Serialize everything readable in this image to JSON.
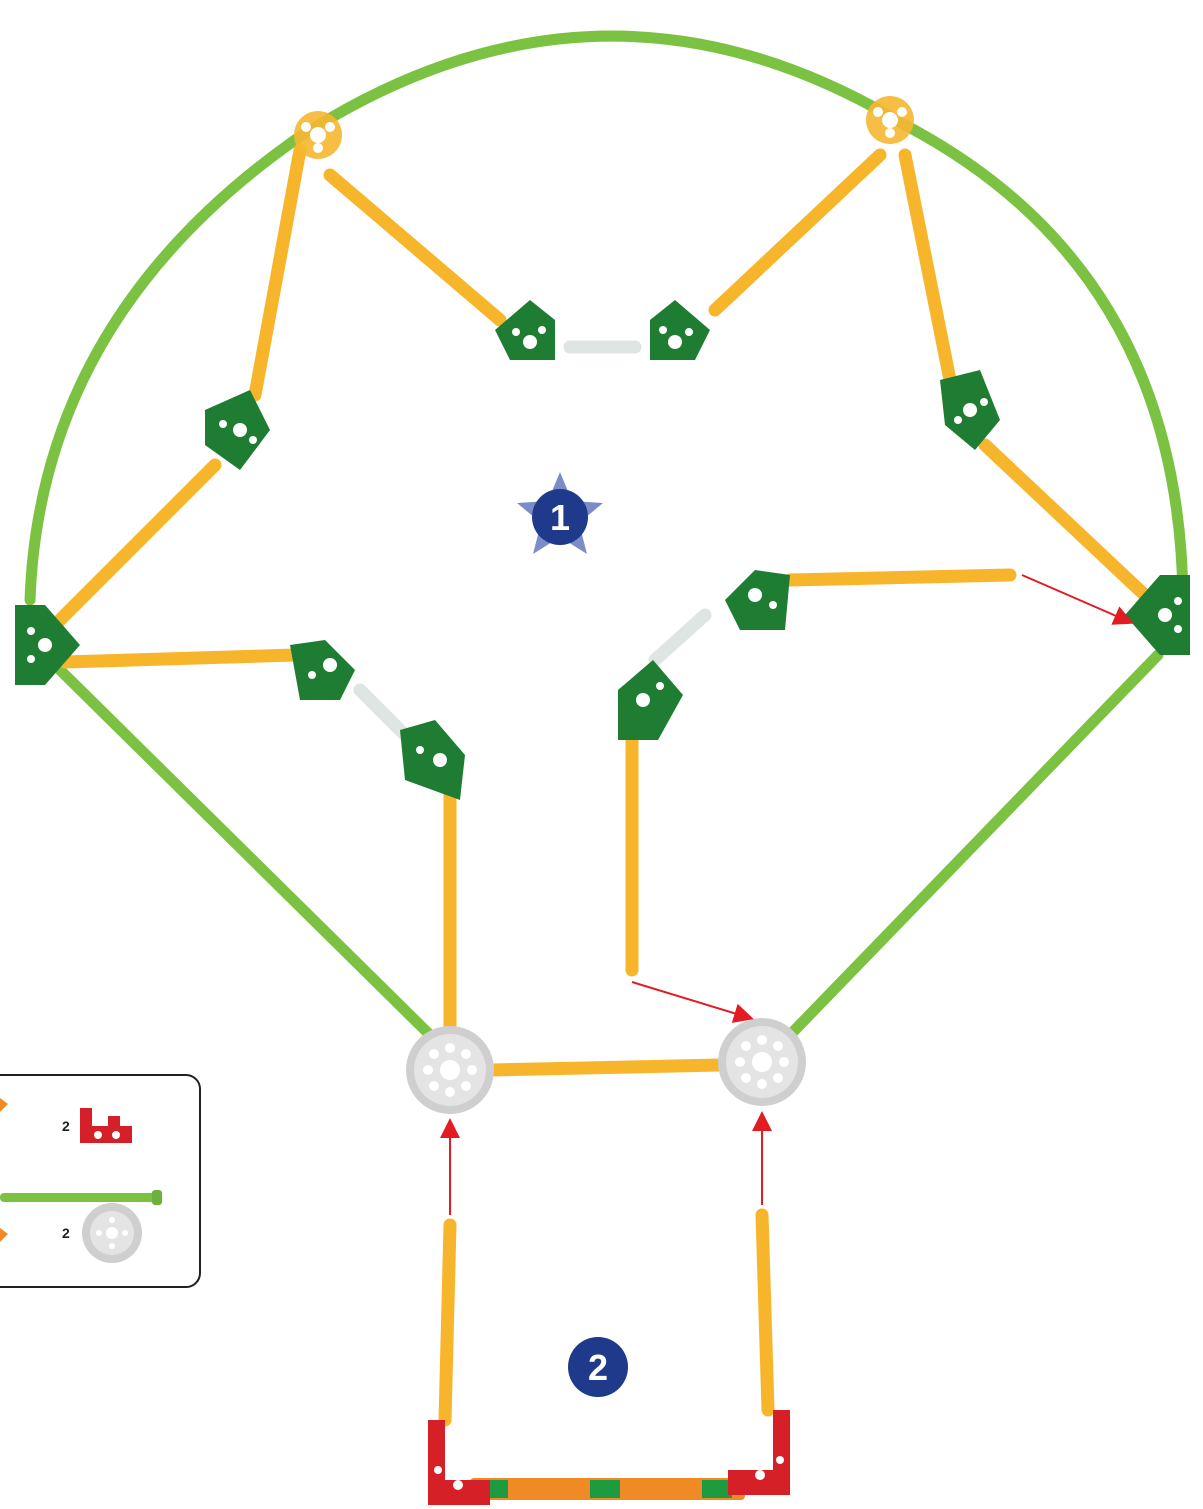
{
  "steps": [
    {
      "label": "1"
    },
    {
      "label": "2"
    }
  ],
  "legend": {
    "items": [
      {
        "count": "2",
        "part": "red-connector-icon"
      },
      {
        "count": "",
        "part": "green-rod-icon"
      },
      {
        "count": "2",
        "part": "white-connector-icon"
      }
    ]
  },
  "colors": {
    "green_rod": "#7cc242",
    "yellow_rod": "#f7b52c",
    "green_connector": "#1e7d32",
    "white_connector": "#c8c8c8",
    "red_connector": "#d62027",
    "orange_rod": "#f08a24",
    "badge": "#1f3a8a",
    "arrow": "#e31b23"
  }
}
